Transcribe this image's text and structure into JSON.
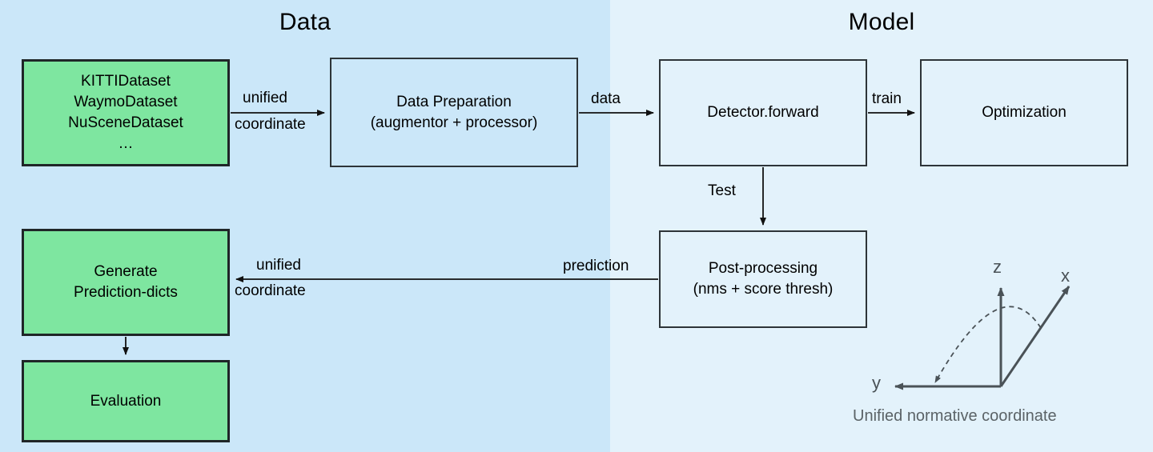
{
  "panels": {
    "data": {
      "title": "Data",
      "color": "#cbe7f9"
    },
    "model": {
      "title": "Model",
      "color": "#e3f2fb"
    }
  },
  "nodes": {
    "datasets": {
      "label": "KITTIDataset\nWaymoDataset\nNuSceneDataset\n…",
      "fill": "#7ee6a0"
    },
    "data_preparation": {
      "label": "Data Preparation\n(augmentor + processor)",
      "fill": "#cbe7f9"
    },
    "detector_forward": {
      "label": "Detector.forward",
      "fill": "#e3f2fb"
    },
    "optimization": {
      "label": "Optimization",
      "fill": "#e3f2fb"
    },
    "post_processing": {
      "label": "Post-processing\n(nms + score thresh)",
      "fill": "#e3f2fb"
    },
    "generate_prediction_dicts": {
      "label": "Generate\nPrediction-dicts",
      "fill": "#7ee6a0"
    },
    "evaluation": {
      "label": "Evaluation",
      "fill": "#7ee6a0"
    }
  },
  "edges": {
    "unified_top": {
      "line1": "unified",
      "line2": "coordinate"
    },
    "data": {
      "label": "data"
    },
    "train": {
      "label": "train"
    },
    "test": {
      "label": "Test"
    },
    "prediction": {
      "label": "prediction"
    },
    "unified_bottom": {
      "line1": "unified",
      "line2": "coordinate"
    }
  },
  "coordinate_system": {
    "axis_x": "x",
    "axis_y": "y",
    "axis_z": "z",
    "caption": "Unified normative coordinate",
    "stroke": "#4a5257"
  }
}
